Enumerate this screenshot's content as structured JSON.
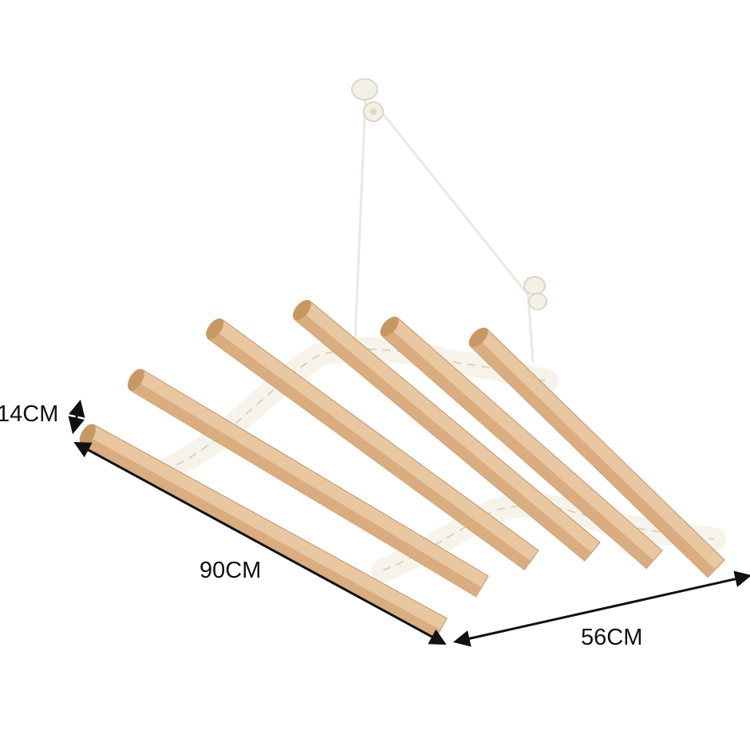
{
  "product": {
    "slat_count": 6,
    "colors": {
      "wood_light": "#e9c7a0",
      "wood_mid": "#d9ad80",
      "wood_dark": "#c0926a",
      "end_grain": "#c89864",
      "bracket": "#f5f2e8",
      "bracket_shadow": "#d9d3c0",
      "rope": "#f1f1ec",
      "arrow": "#111111"
    }
  },
  "dimensions": {
    "height_label": "14CM",
    "length_label": "90CM",
    "width_label": "56CM"
  }
}
